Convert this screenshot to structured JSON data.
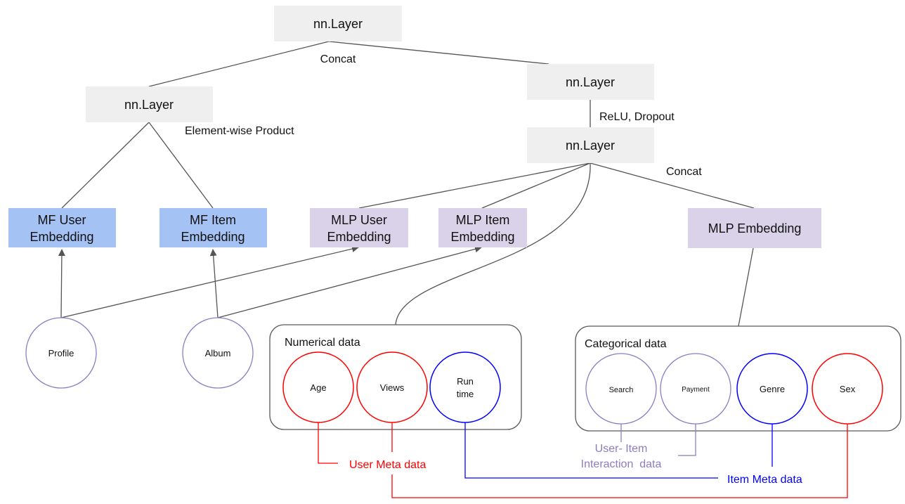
{
  "colors": {
    "layer_fill": "#efefef",
    "mf_fill": "#a4c2f4",
    "mlp_fill": "#d9d2e9",
    "edge": "#555555",
    "user_meta": "#ff0000",
    "item_meta": "#0000ff",
    "interaction": "#8e7cc3",
    "group_border": "#595959"
  },
  "layers": {
    "top": "nn.Layer",
    "mf_combine": "nn.Layer",
    "mlp_upper": "nn.Layer",
    "mlp_lower": "nn.Layer"
  },
  "edge_labels": {
    "top_concat": "Concat",
    "element_wise": "Element-wise Product",
    "relu_dropout": "ReLU, Dropout",
    "mlp_concat": "Concat"
  },
  "embeddings": {
    "mf_user": [
      "MF User",
      "Embedding"
    ],
    "mf_item": [
      "MF Item",
      "Embedding"
    ],
    "mlp_user": [
      "MLP User",
      "Embedding"
    ],
    "mlp_item": [
      "MLP Item",
      "Embedding"
    ],
    "mlp": "MLP Embedding"
  },
  "inputs": {
    "profile": "Profile",
    "album": "Album"
  },
  "numerical_group": {
    "title": "Numerical data",
    "features": {
      "age": "Age",
      "views": "Views",
      "runtime": [
        "Run",
        "time"
      ]
    }
  },
  "categorical_group": {
    "title": "Categorical data",
    "features": {
      "search": "Search",
      "payment": "Payment",
      "genre": "Genre",
      "sex": "Sex"
    }
  },
  "legend": {
    "user_meta": "User Meta data",
    "interaction": [
      "User- Item",
      "Interaction  data"
    ],
    "item_meta": "Item Meta data"
  }
}
